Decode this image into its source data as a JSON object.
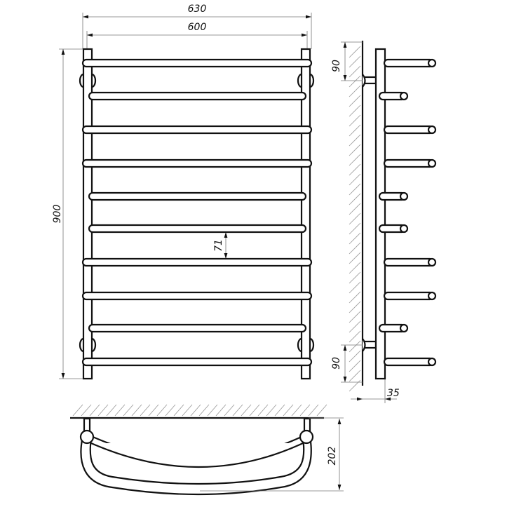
{
  "drawing": {
    "title": "Towel rail dimensional drawing",
    "dimensions": {
      "overall_width": "630",
      "center_width": "600",
      "height": "900",
      "rail_spacing": "71",
      "top_mount_offset": "90",
      "bottom_mount_offset": "90",
      "wall_clearance": "35",
      "depth": "202"
    },
    "rail_count": 10
  }
}
